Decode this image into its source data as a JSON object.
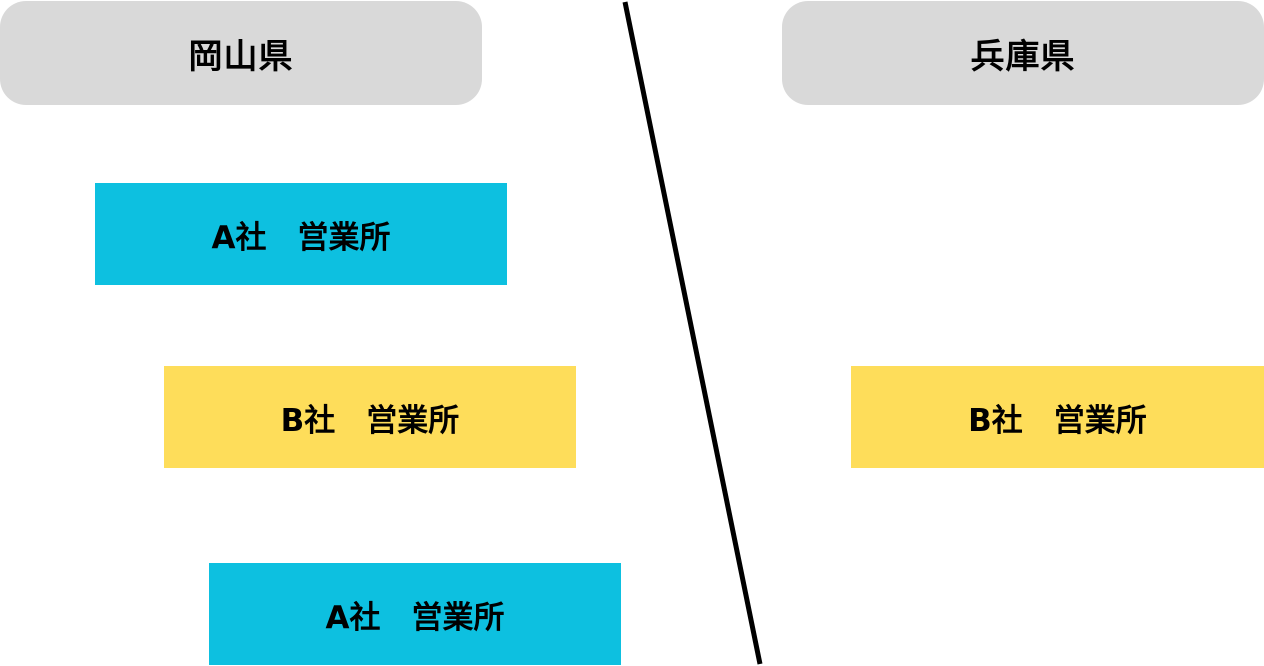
{
  "regions": {
    "left": {
      "label": "岡山県"
    },
    "right": {
      "label": "兵庫県"
    }
  },
  "offices": [
    {
      "label": "A社　営業所",
      "company": "A",
      "color": "#0dc0e0"
    },
    {
      "label": "B社　営業所",
      "company": "B",
      "color": "#fedd5a"
    },
    {
      "label": "A社　営業所",
      "company": "A",
      "color": "#0dc0e0"
    },
    {
      "label": "B社　営業所",
      "company": "B",
      "color": "#fedd5a"
    }
  ],
  "colors": {
    "header_bg": "#d9d9d9",
    "company_a": "#0dc0e0",
    "company_b": "#fedd5a",
    "divider": "#000000"
  }
}
